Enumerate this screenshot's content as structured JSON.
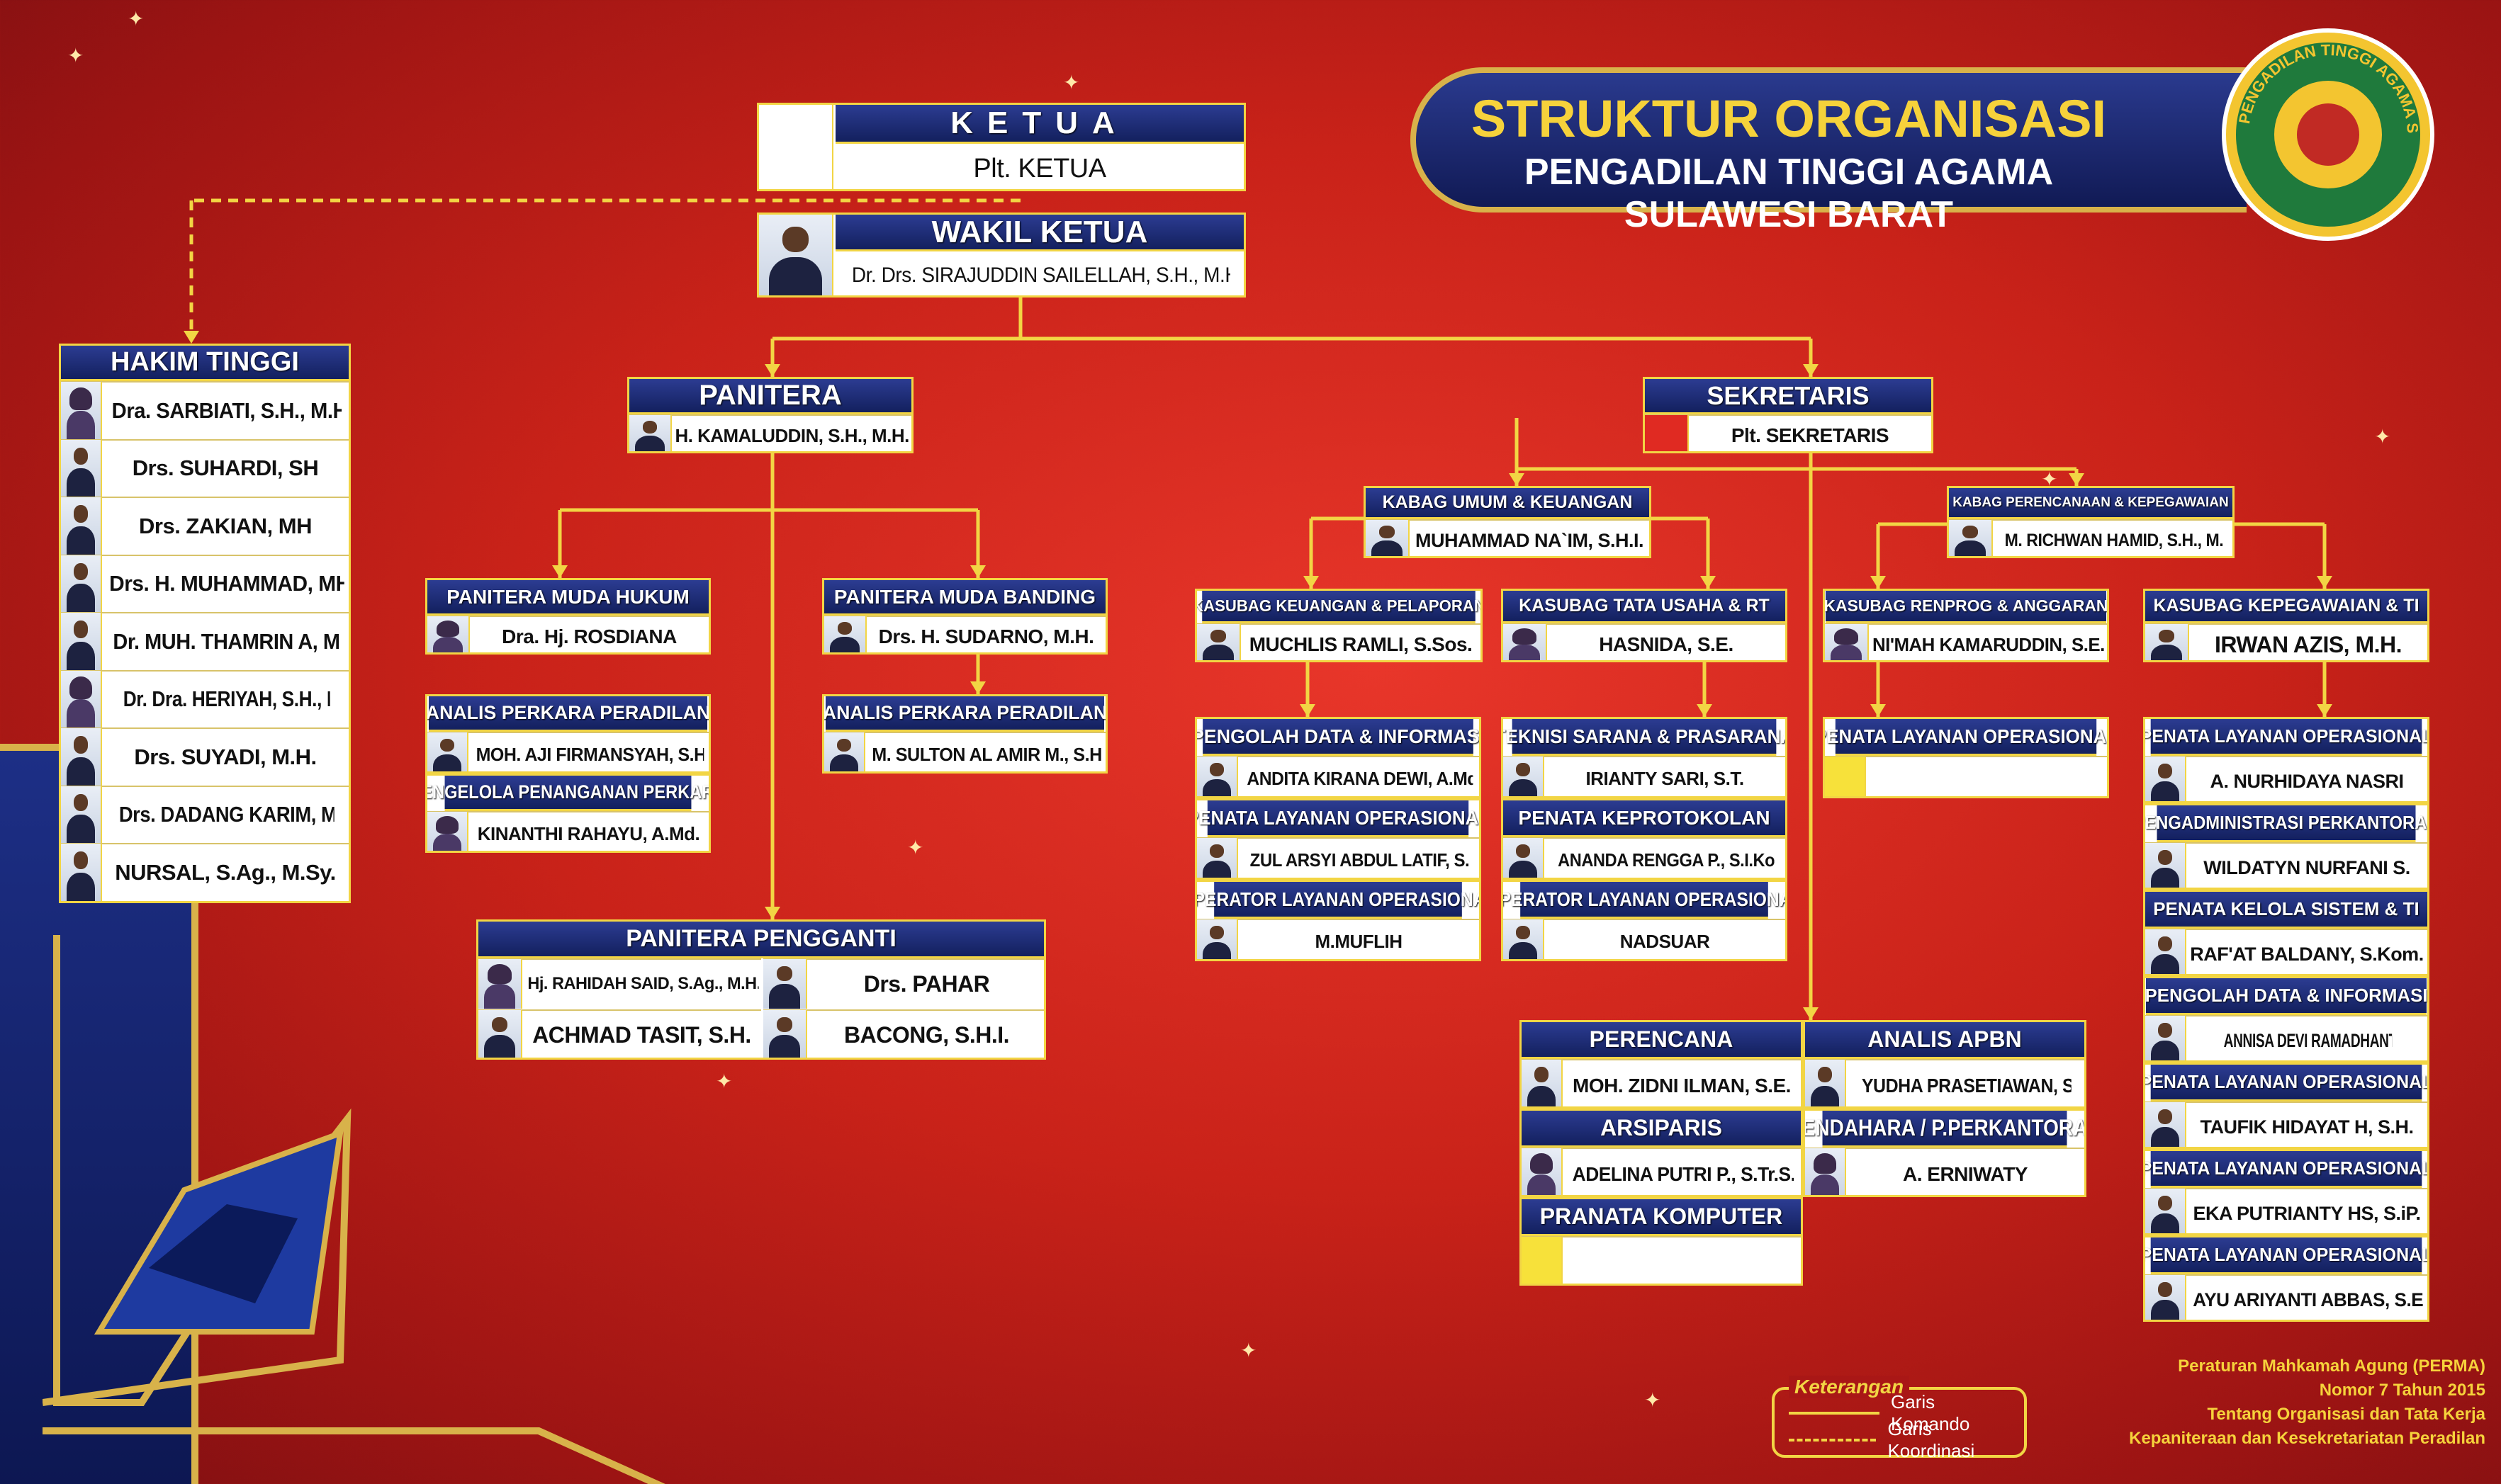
{
  "header": {
    "title": "STRUKTUR ORGANISASI",
    "subtitle1": "PENGADILAN TINGGI AGAMA",
    "subtitle2": "SULAWESI BARAT"
  },
  "logo": {
    "text": "PENGADILAN TINGGI AGAMA SULAWESI BARAT",
    "icon": "court-emblem-icon"
  },
  "ketua": {
    "title": "KETUA",
    "name": "Plt. KETUA"
  },
  "wakil": {
    "title": "WAKIL KETUA",
    "name": "Dr. Drs. SIRAJUDDIN SAILELLAH, S.H., M.H.I."
  },
  "hakim": {
    "title": "HAKIM TINGGI",
    "members": [
      "Dra. SARBIATI, S.H., M.H.",
      "Drs. SUHARDI, SH",
      "Drs. ZAKIAN, MH",
      "Drs. H. MUHAMMAD, MH",
      "Dr. MUH. THAMRIN A, MH",
      "Dr. Dra. HERIYAH, S.H., M.H.",
      "Drs. SUYADI, M.H.",
      "Drs. DADANG KARIM, M.H.",
      "NURSAL, S.Ag., M.Sy."
    ]
  },
  "panitera": {
    "title": "PANITERA",
    "name": "H. KAMALUDDIN, S.H., M.H."
  },
  "pm_hukum": {
    "title": "PANITERA MUDA HUKUM",
    "name": "Dra. Hj. ROSDIANA"
  },
  "pm_banding": {
    "title": "PANITERA MUDA BANDING",
    "name": "Drs. H. SUDARNO, M.H."
  },
  "hukum_staff": [
    {
      "title": "ANALIS PERKARA PERADILAN",
      "name": "MOH. AJI FIRMANSYAH, S.H."
    },
    {
      "title": "PENGELOLA PENANGANAN PERKARA",
      "name": "KINANTHI RAHAYU, A.Md."
    }
  ],
  "banding_staff": [
    {
      "title": "ANALIS PERKARA PERADILAN",
      "name": "M. SULTON AL AMIR M., S.H."
    }
  ],
  "pengganti": {
    "title": "PANITERA PENGGANTI",
    "names": [
      "Hj. RAHIDAH SAID, S.Ag., M.H.",
      "Drs. PAHAR",
      "ACHMAD TASIT, S.H.",
      "BACONG, S.H.I."
    ]
  },
  "sekretaris": {
    "title": "SEKRETARIS",
    "name": "Plt. SEKRETARIS"
  },
  "kabag_umum": {
    "title": "KABAG UMUM & KEUANGAN",
    "name": "MUHAMMAD NA`IM, S.H.I."
  },
  "kabag_renc": {
    "title": "KABAG PERENCANAAN & KEPEGAWAIAN",
    "name": "M. RICHWAN HAMID, S.H., M.H."
  },
  "kasubag_keu": {
    "title": "KASUBAG KEUANGAN & PELAPORAN",
    "name": "MUCHLIS RAMLI, S.Sos."
  },
  "kasubag_tu": {
    "title": "KASUBAG TATA USAHA & RT",
    "name": "HASNIDA, S.E."
  },
  "kasubag_renprog": {
    "title": "KASUBAG RENPROG & ANGGARAN",
    "name": "NI'MAH KAMARUDDIN, S.E."
  },
  "kasubag_peg": {
    "title": "KASUBAG KEPEGAWAIAN & TI",
    "name": "IRWAN AZIS, M.H."
  },
  "keu_staff": [
    {
      "title": "PENGOLAH DATA & INFORMASI",
      "name": "ANDITA KIRANA DEWI, A.Md."
    },
    {
      "title": "PENATA LAYANAN OPERASIONAL",
      "name": "ZUL ARSYI ABDUL LATIF, S.H."
    },
    {
      "title": "OPERATOR LAYANAN OPERASIONAL",
      "name": "M.MUFLIH"
    }
  ],
  "tu_staff": [
    {
      "title": "TEKNISI SARANA & PRASARANA",
      "name": "IRIANTY SARI, S.T."
    },
    {
      "title": "PENATA KEPROTOKOLAN",
      "name": "ANANDA RENGGA P., S.I.Kom."
    },
    {
      "title": "OPERATOR LAYANAN OPERASIONAL",
      "name": "NADSUAR"
    }
  ],
  "renprog_staff": [
    {
      "title": "PENATA LAYANAN OPERASIONAL",
      "name": ""
    }
  ],
  "peg_staff": [
    {
      "title": "PENATA LAYANAN OPERASIONAL",
      "name": "A. NURHIDAYA NASRI"
    },
    {
      "title": "PENGADMINISTRASI PERKANTORAN",
      "name": "WILDATYN NURFANI S."
    },
    {
      "title": "PENATA KELOLA SISTEM & TI",
      "name": "RAF'AT BALDANY, S.Kom."
    },
    {
      "title": "PENGOLAH DATA & INFORMASI",
      "name": "ANNISA DEVI RAMADHANTY, A.Md.M."
    },
    {
      "title": "PENATA LAYANAN OPERASIONAL",
      "name": "TAUFIK HIDAYAT H, S.H."
    },
    {
      "title": "PENATA LAYANAN OPERASIONAL",
      "name": "EKA PUTRIANTY HS, S.iP."
    },
    {
      "title": "PENATA LAYANAN OPERASIONAL",
      "name": "AYU ARIYANTI ABBAS, S.E."
    }
  ],
  "fungsional_left": [
    {
      "title": "PERENCANA",
      "name": "MOH. ZIDNI ILMAN, S.E."
    },
    {
      "title": "ARSIPARIS",
      "name": "ADELINA PUTRI P., S.Tr.S.I."
    },
    {
      "title": "PRANATA KOMPUTER",
      "name": ""
    }
  ],
  "fungsional_right": [
    {
      "title": "ANALIS APBN",
      "name": "YUDHA PRASETIAWAN, S.E."
    },
    {
      "title": "BENDAHARA / P.PERKANTORAN",
      "name": "A. ERNIWATY"
    }
  ],
  "legend": {
    "title": "Keterangan",
    "komando": "Garis Komando",
    "koordinasi": "Garis Koordinasi"
  },
  "perma": [
    "Peraturan Mahkamah Agung (PERMA)",
    "Nomor 7 Tahun 2015",
    "Tentang Organisasi dan Tata Kerja",
    "Kepaniteraan dan Kesekretariatan Peradilan"
  ],
  "colors": {
    "accent": "#f2d544",
    "navy": "#1a2870",
    "background": "#c92219"
  }
}
